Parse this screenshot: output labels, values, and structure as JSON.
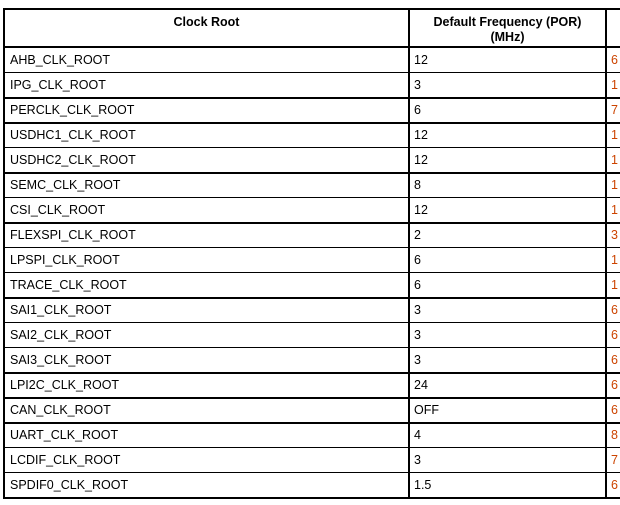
{
  "table": {
    "header": {
      "col1": "Clock Root",
      "col2_line1": "Default Frequency (POR)",
      "col2_line2": "(MHz)",
      "col3": ""
    },
    "rows": [
      {
        "clock_root": "AHB_CLK_ROOT",
        "default_freq": "12",
        "col3_fragment": "6"
      },
      {
        "clock_root": "IPG_CLK_ROOT",
        "default_freq": "3",
        "col3_fragment": "1"
      },
      {
        "clock_root": "PERCLK_CLK_ROOT",
        "default_freq": "6",
        "col3_fragment": "7"
      },
      {
        "clock_root": "USDHC1_CLK_ROOT",
        "default_freq": "12",
        "col3_fragment": "1"
      },
      {
        "clock_root": "USDHC2_CLK_ROOT",
        "default_freq": "12",
        "col3_fragment": "1"
      },
      {
        "clock_root": "SEMC_CLK_ROOT",
        "default_freq": "8",
        "col3_fragment": "1"
      },
      {
        "clock_root": "CSI_CLK_ROOT",
        "default_freq": "12",
        "col3_fragment": "1"
      },
      {
        "clock_root": "FLEXSPI_CLK_ROOT",
        "default_freq": "2",
        "col3_fragment": "3"
      },
      {
        "clock_root": "LPSPI_CLK_ROOT",
        "default_freq": "6",
        "col3_fragment": "1"
      },
      {
        "clock_root": "TRACE_CLK_ROOT",
        "default_freq": "6",
        "col3_fragment": "1"
      },
      {
        "clock_root": "SAI1_CLK_ROOT",
        "default_freq": "3",
        "col3_fragment": "6"
      },
      {
        "clock_root": "SAI2_CLK_ROOT",
        "default_freq": "3",
        "col3_fragment": "6"
      },
      {
        "clock_root": "SAI3_CLK_ROOT",
        "default_freq": "3",
        "col3_fragment": "6"
      },
      {
        "clock_root": "LPI2C_CLK_ROOT",
        "default_freq": "24",
        "col3_fragment": "6"
      },
      {
        "clock_root": "CAN_CLK_ROOT",
        "default_freq": "OFF",
        "col3_fragment": "6"
      },
      {
        "clock_root": "UART_CLK_ROOT",
        "default_freq": "4",
        "col3_fragment": "8"
      },
      {
        "clock_root": "LCDIF_CLK_ROOT",
        "default_freq": "3",
        "col3_fragment": "7"
      },
      {
        "clock_root": "SPDIF0_CLK_ROOT",
        "default_freq": "1.5",
        "col3_fragment": "6"
      }
    ]
  },
  "colors": {
    "table_border": "#000000",
    "body_text": "#000000",
    "col3_text": "#cc4400",
    "background": "#ffffff"
  }
}
